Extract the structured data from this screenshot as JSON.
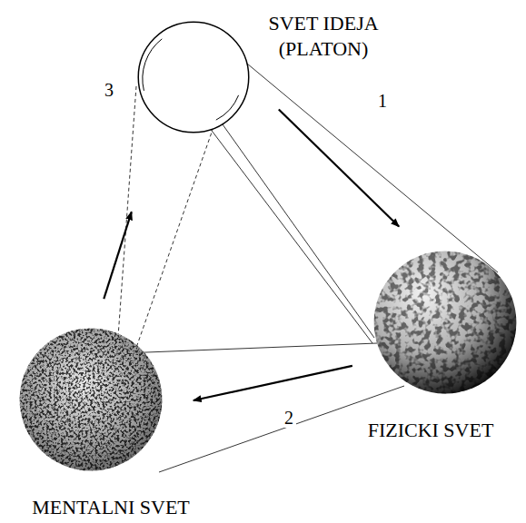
{
  "diagram": {
    "nodes": [
      {
        "text": [
          "SVET IDEJA (PLATON)"
        ]
      },
      {
        "text": [
          "FIZICKI SVET"
        ]
      },
      {
        "text": [
          "MENTALNI SVET"
        ]
      }
    ],
    "edges": [
      {
        "from": 0,
        "to": 1,
        "arrow": "to",
        "label": "1"
      },
      {
        "from": 1,
        "to": 2,
        "arrow": "to",
        "label": "2"
      },
      {
        "from": 2,
        "to": 0,
        "arrow": "to",
        "label": "3"
      }
    ]
  }
}
